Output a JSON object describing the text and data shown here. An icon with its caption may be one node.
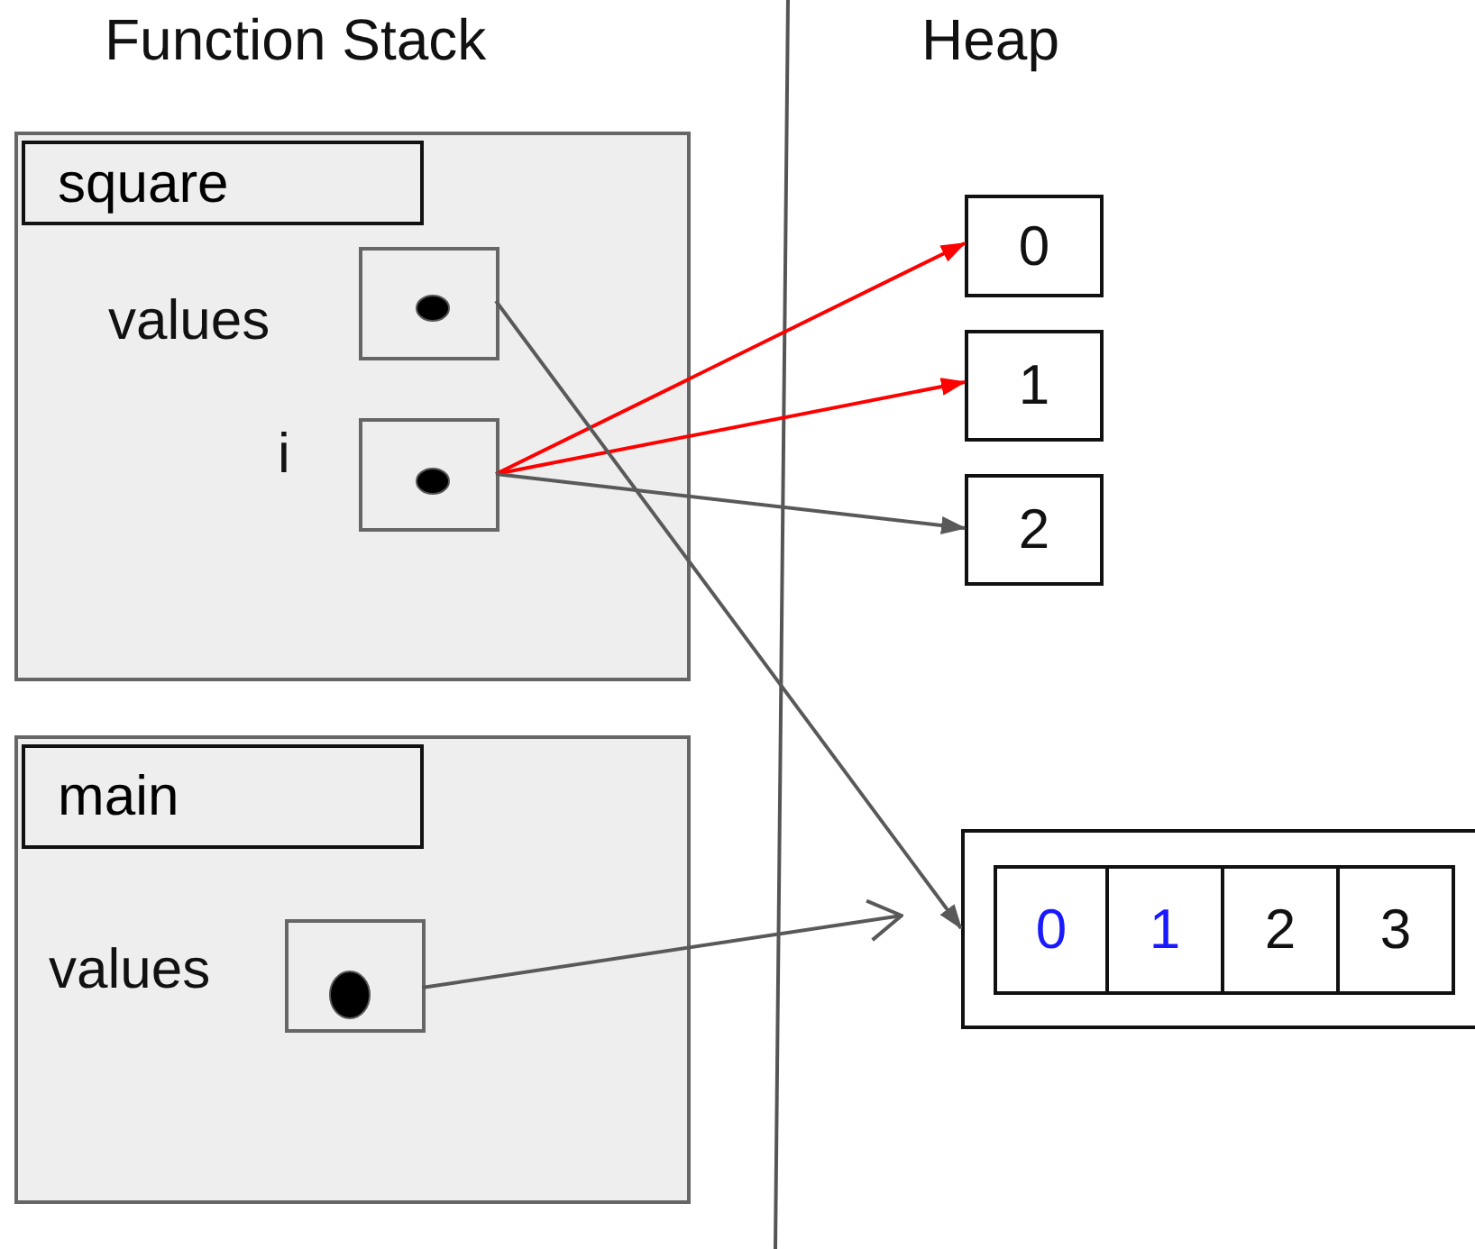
{
  "diagram": {
    "nodes": [
      {
        "text": [
          "square"
        ]
      },
      {
        "text": [],
        "shape": "box",
        "in": 0,
        "beside": [
          "values"
        ]
      },
      {
        "text": [],
        "shape": "box",
        "in": 0,
        "beside": [
          "i"
        ]
      },
      {
        "text": [
          "main"
        ]
      },
      {
        "text": [],
        "shape": "box",
        "in": 3,
        "beside": [
          "values"
        ]
      },
      {
        "text": [
          "0"
        ]
      },
      {
        "text": [
          "1"
        ]
      },
      {
        "text": [
          "2"
        ]
      },
      {
        "text": [],
        "shape": "box"
      },
      {
        "text": [
          "0"
        ],
        "in": 8
      },
      {
        "text": [
          "1"
        ],
        "in": 8
      },
      {
        "text": [
          "2"
        ],
        "in": 8
      },
      {
        "text": [
          "3"
        ],
        "in": 8
      }
    ],
    "edges": [
      {
        "from": 2,
        "to": 5,
        "arrow": "to",
        "color": "#ff0000"
      },
      {
        "from": 2,
        "to": 6,
        "arrow": "to",
        "color": "#ff0000"
      },
      {
        "from": 2,
        "to": 7,
        "arrow": "to"
      },
      {
        "from": 1,
        "to": 8,
        "arrow": "to"
      },
      {
        "from": 4,
        "to": null,
        "arrow": "to"
      }
    ],
    "labels": [
      "Function Stack",
      "Heap"
    ]
  }
}
